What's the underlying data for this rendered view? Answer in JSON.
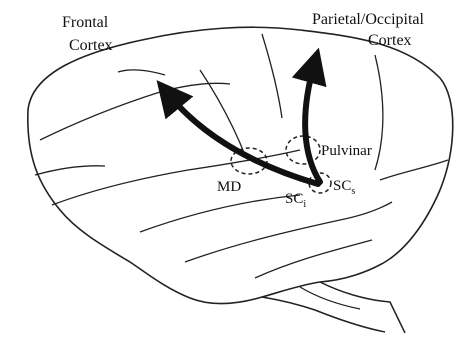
{
  "labels": {
    "frontal_line1": "Frontal",
    "frontal_line2": "Cortex",
    "parietal_line1": "Parietal/Occipital",
    "parietal_line2": "Cortex",
    "pulvinar": "Pulvinar",
    "md": "MD",
    "sc_superficial_main": "SC",
    "sc_superficial_sub": "s",
    "sc_intermediate_main": "SC",
    "sc_intermediate_sub": "i"
  },
  "colors": {
    "line": "#222222",
    "arrow": "#111111",
    "background": "#ffffff"
  },
  "icons": {
    "arrowheads": "filled-triangle",
    "nuclei_outline": "dashed-ellipse"
  }
}
